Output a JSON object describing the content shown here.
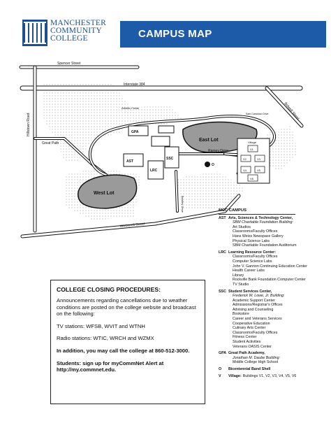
{
  "header": {
    "college_line1": "MANCHESTER",
    "college_line2": "COMMUNITY",
    "college_line3": "COLLEGE",
    "title": "CAMPUS MAP",
    "brand_color": "#1d5aa8"
  },
  "map": {
    "roads": {
      "spencer": "Spencer Street",
      "interstate": "Interstate 384",
      "hillstown": "Hillstown Road",
      "bidwell": "Bidwell Street",
      "great_path": "Great Path",
      "wetherell": "Wetherell Street",
      "ramey": "Ramey Drive",
      "bentley": "Bentley Drive",
      "sam_caradozo": "Sam Caradozo Drive"
    },
    "areas": {
      "east_lot": "East Lot",
      "west_lot": "West Lot",
      "athletic_fields": "Athletic Fields",
      "village": "Village"
    },
    "buildings": {
      "ast": "AST",
      "lrc": "LRC",
      "ssc": "SSC",
      "gpa": "GPA",
      "o": "O"
    },
    "village_units": [
      "V1",
      "V2",
      "V3",
      "V4",
      "V5",
      "V6"
    ]
  },
  "closing": {
    "heading": "COLLEGE CLOSING PROCEDURES:",
    "announce": "Announcements regarding cancellations due to weather conditions are posted on the college website and broadcast on the following:",
    "tv": "TV stations: WFSB, WVIT and WTNH",
    "radio": "Radio stations:  WTIC, WRCH and WZMX",
    "call": "In addition, you may call the college at 860-512-3000.",
    "alert": "Students: sign up for myCommNet Alert at http://my.commnet.edu."
  },
  "legend": {
    "title": "MCC CAMPUS",
    "entries": [
      {
        "code": "AST",
        "name": "Arts, Sciences & Technology Center,",
        "building": "SBM Charitable Foundation Building:",
        "items": [
          "Art Studios",
          "Classrooms/Faculty Offices",
          "Hans Weiss Newspace Gallery",
          "Physical Science Labs",
          "SBM Charitable Foundation Auditorium"
        ]
      },
      {
        "code": "LRC",
        "name": "Learning Resource Center:",
        "building": "",
        "items": [
          "Classrooms/Faculty Offices",
          "Computer Science Labs",
          "John V. Gannon Continuing Education Center",
          "Health Career Labs",
          "Library",
          "Rockville Bank Foundation Computer Center",
          "TV Studio"
        ]
      },
      {
        "code": "SSC",
        "name": "Student Services Center,",
        "building": "Frederick W. Lowe, Jr. Building:",
        "items": [
          "Academic Support Center",
          "Admissions/Registrar's Offices",
          "Advising and Counseling",
          "Bookstore",
          "Career and Veterans Services",
          "Cooperative Education",
          "Culinary Arts Center",
          "Classrooms/Faculty Offices",
          "Fitness Center",
          "Student Activities",
          "Veterans OASIS Center"
        ]
      },
      {
        "code": "GPA",
        "name": "Great Path Academy,",
        "building": "Jonathan M. Daube Building:",
        "items": [
          "Middle College High School"
        ]
      },
      {
        "code": "O",
        "name": "Bicentennial Band Shell",
        "building": "",
        "items": []
      },
      {
        "code": "V",
        "name": "Village:",
        "building": "",
        "items": [],
        "inline": "Buildings V1, V2, V3, V4, V5, V6"
      }
    ]
  }
}
